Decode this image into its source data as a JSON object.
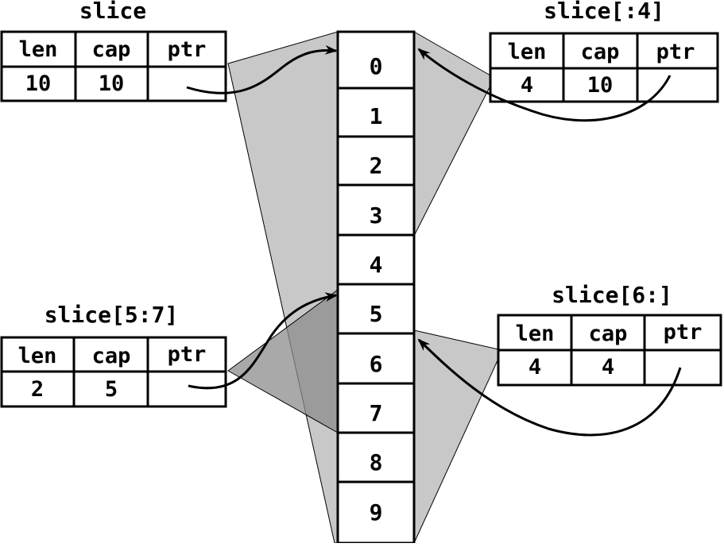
{
  "array": {
    "indices": [
      "0",
      "1",
      "2",
      "3",
      "4",
      "5",
      "6",
      "7",
      "8",
      "9"
    ]
  },
  "slices": {
    "full": {
      "title": "slice",
      "headers": [
        "len",
        "cap",
        "ptr"
      ],
      "values": [
        "10",
        "10",
        ""
      ]
    },
    "head": {
      "title": "slice[:4]",
      "headers": [
        "len",
        "cap",
        "ptr"
      ],
      "values": [
        "4",
        "10",
        ""
      ]
    },
    "mid": {
      "title": "slice[5:7]",
      "headers": [
        "len",
        "cap",
        "ptr"
      ],
      "values": [
        "2",
        "5",
        ""
      ]
    },
    "tail": {
      "title": "slice[6:]",
      "headers": [
        "len",
        "cap",
        "ptr"
      ],
      "values": [
        "4",
        "4",
        ""
      ]
    }
  },
  "colors": {
    "shade_light": "#c8c8c8",
    "shade_dark": "#8c8c8c",
    "line": "#000000"
  }
}
